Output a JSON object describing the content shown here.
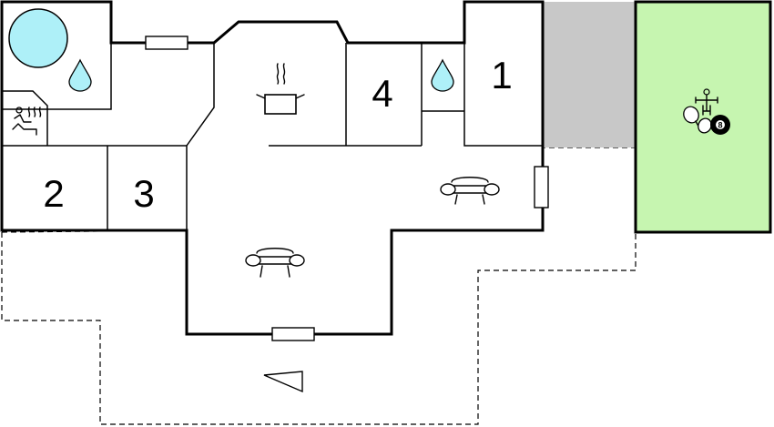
{
  "colors": {
    "terrace": "#e6e6e6",
    "carport": "#c8c8c8",
    "games_room": "#c6f5b0",
    "water": "#aef0f8",
    "wall": "#000000"
  },
  "rooms": [
    {
      "id": "bedroom-1",
      "label": "1"
    },
    {
      "id": "bedroom-2",
      "label": "2"
    },
    {
      "id": "bedroom-3",
      "label": "3"
    },
    {
      "id": "bedroom-4",
      "label": "4"
    }
  ],
  "icons": {
    "pool": "pool-icon",
    "bath_drop": "water-drop-icon",
    "sauna": "sauna-icon",
    "kitchen": "cooking-pot-icon",
    "sofa": "sofa-icon",
    "games": "table-football-icon",
    "table_tennis": "table-tennis-icon",
    "billiards": "billiard-ball-icon",
    "entrance": "entrance-arrow-icon"
  },
  "games": {
    "billiard_ball_number": "8"
  }
}
